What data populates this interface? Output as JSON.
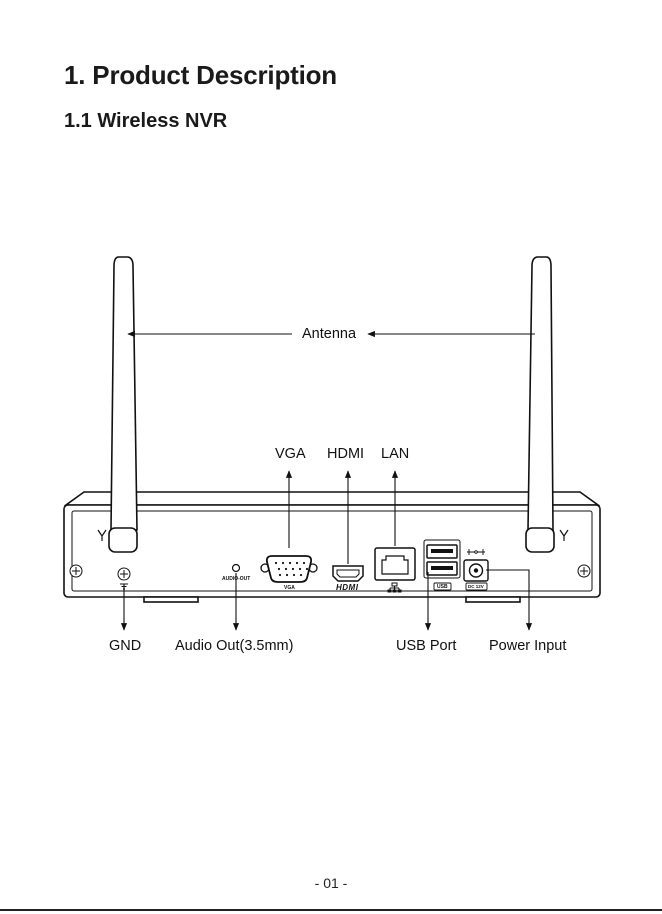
{
  "heading": "1. Product Description",
  "subheading": "1.1 Wireless NVR",
  "labels": {
    "antenna": "Antenna",
    "vga": "VGA",
    "hdmi": "HDMI",
    "lan": "LAN",
    "gnd": "GND",
    "audio_out": "Audio Out(3.5mm)",
    "usb_port": "USB Port",
    "power_input": "Power Input"
  },
  "panel_text": {
    "audio_out": "AUDIO-OUT",
    "vga": "VGA",
    "hdmi": "HDMI",
    "usb": "USB",
    "dc": "DC 12V"
  },
  "page_number": "- 01 -"
}
